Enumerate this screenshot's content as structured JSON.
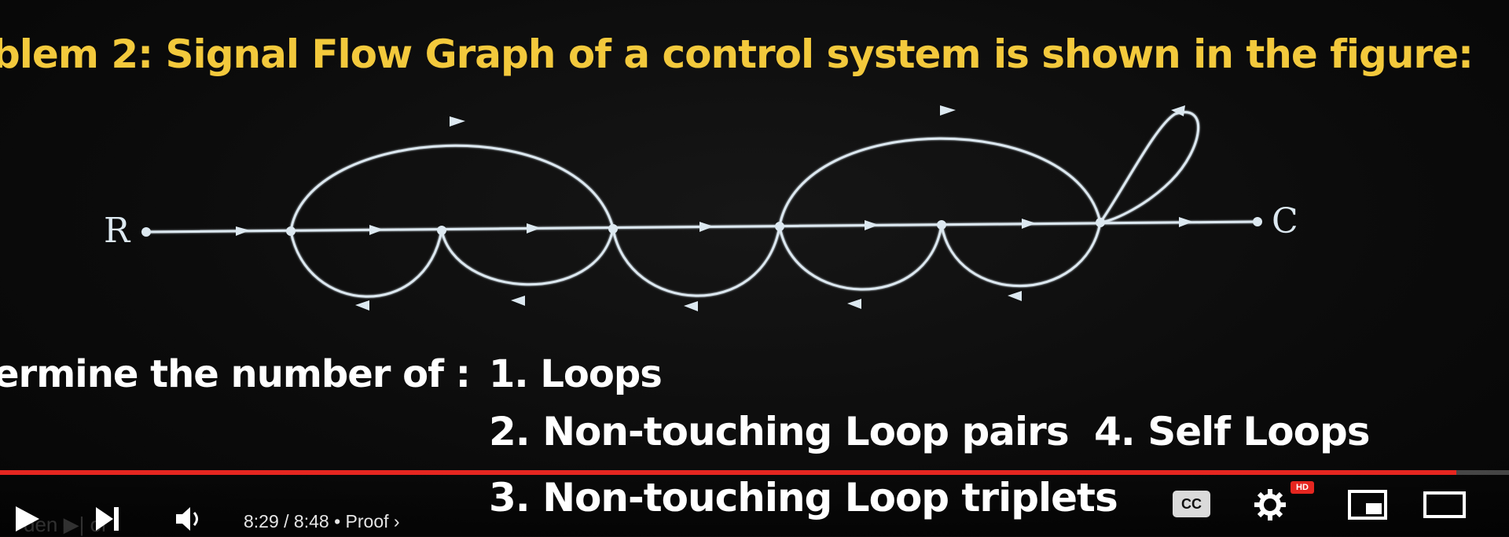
{
  "problem": {
    "title": "blem 2: Signal Flow Graph of a control system is shown in the  figure:"
  },
  "graph": {
    "input_node": "R",
    "output_node": "C"
  },
  "question": {
    "prompt": "ermine the number of :",
    "items": [
      "1. Loops",
      "2. Non-touching Loop pairs",
      "3. Non-touching Loop triplets",
      "4. Self Loops"
    ]
  },
  "player": {
    "time_display": "8:29 / 8:48 • Proof ›",
    "behind_text": "den  ▶|  or",
    "played_fraction": 0.965,
    "cc_label": "CC",
    "hd_label": "HD",
    "accent_color": "#e52620"
  },
  "colors": {
    "title": "#f3c93c",
    "question": "#ffffff",
    "graph_line": "#dce8f0"
  }
}
